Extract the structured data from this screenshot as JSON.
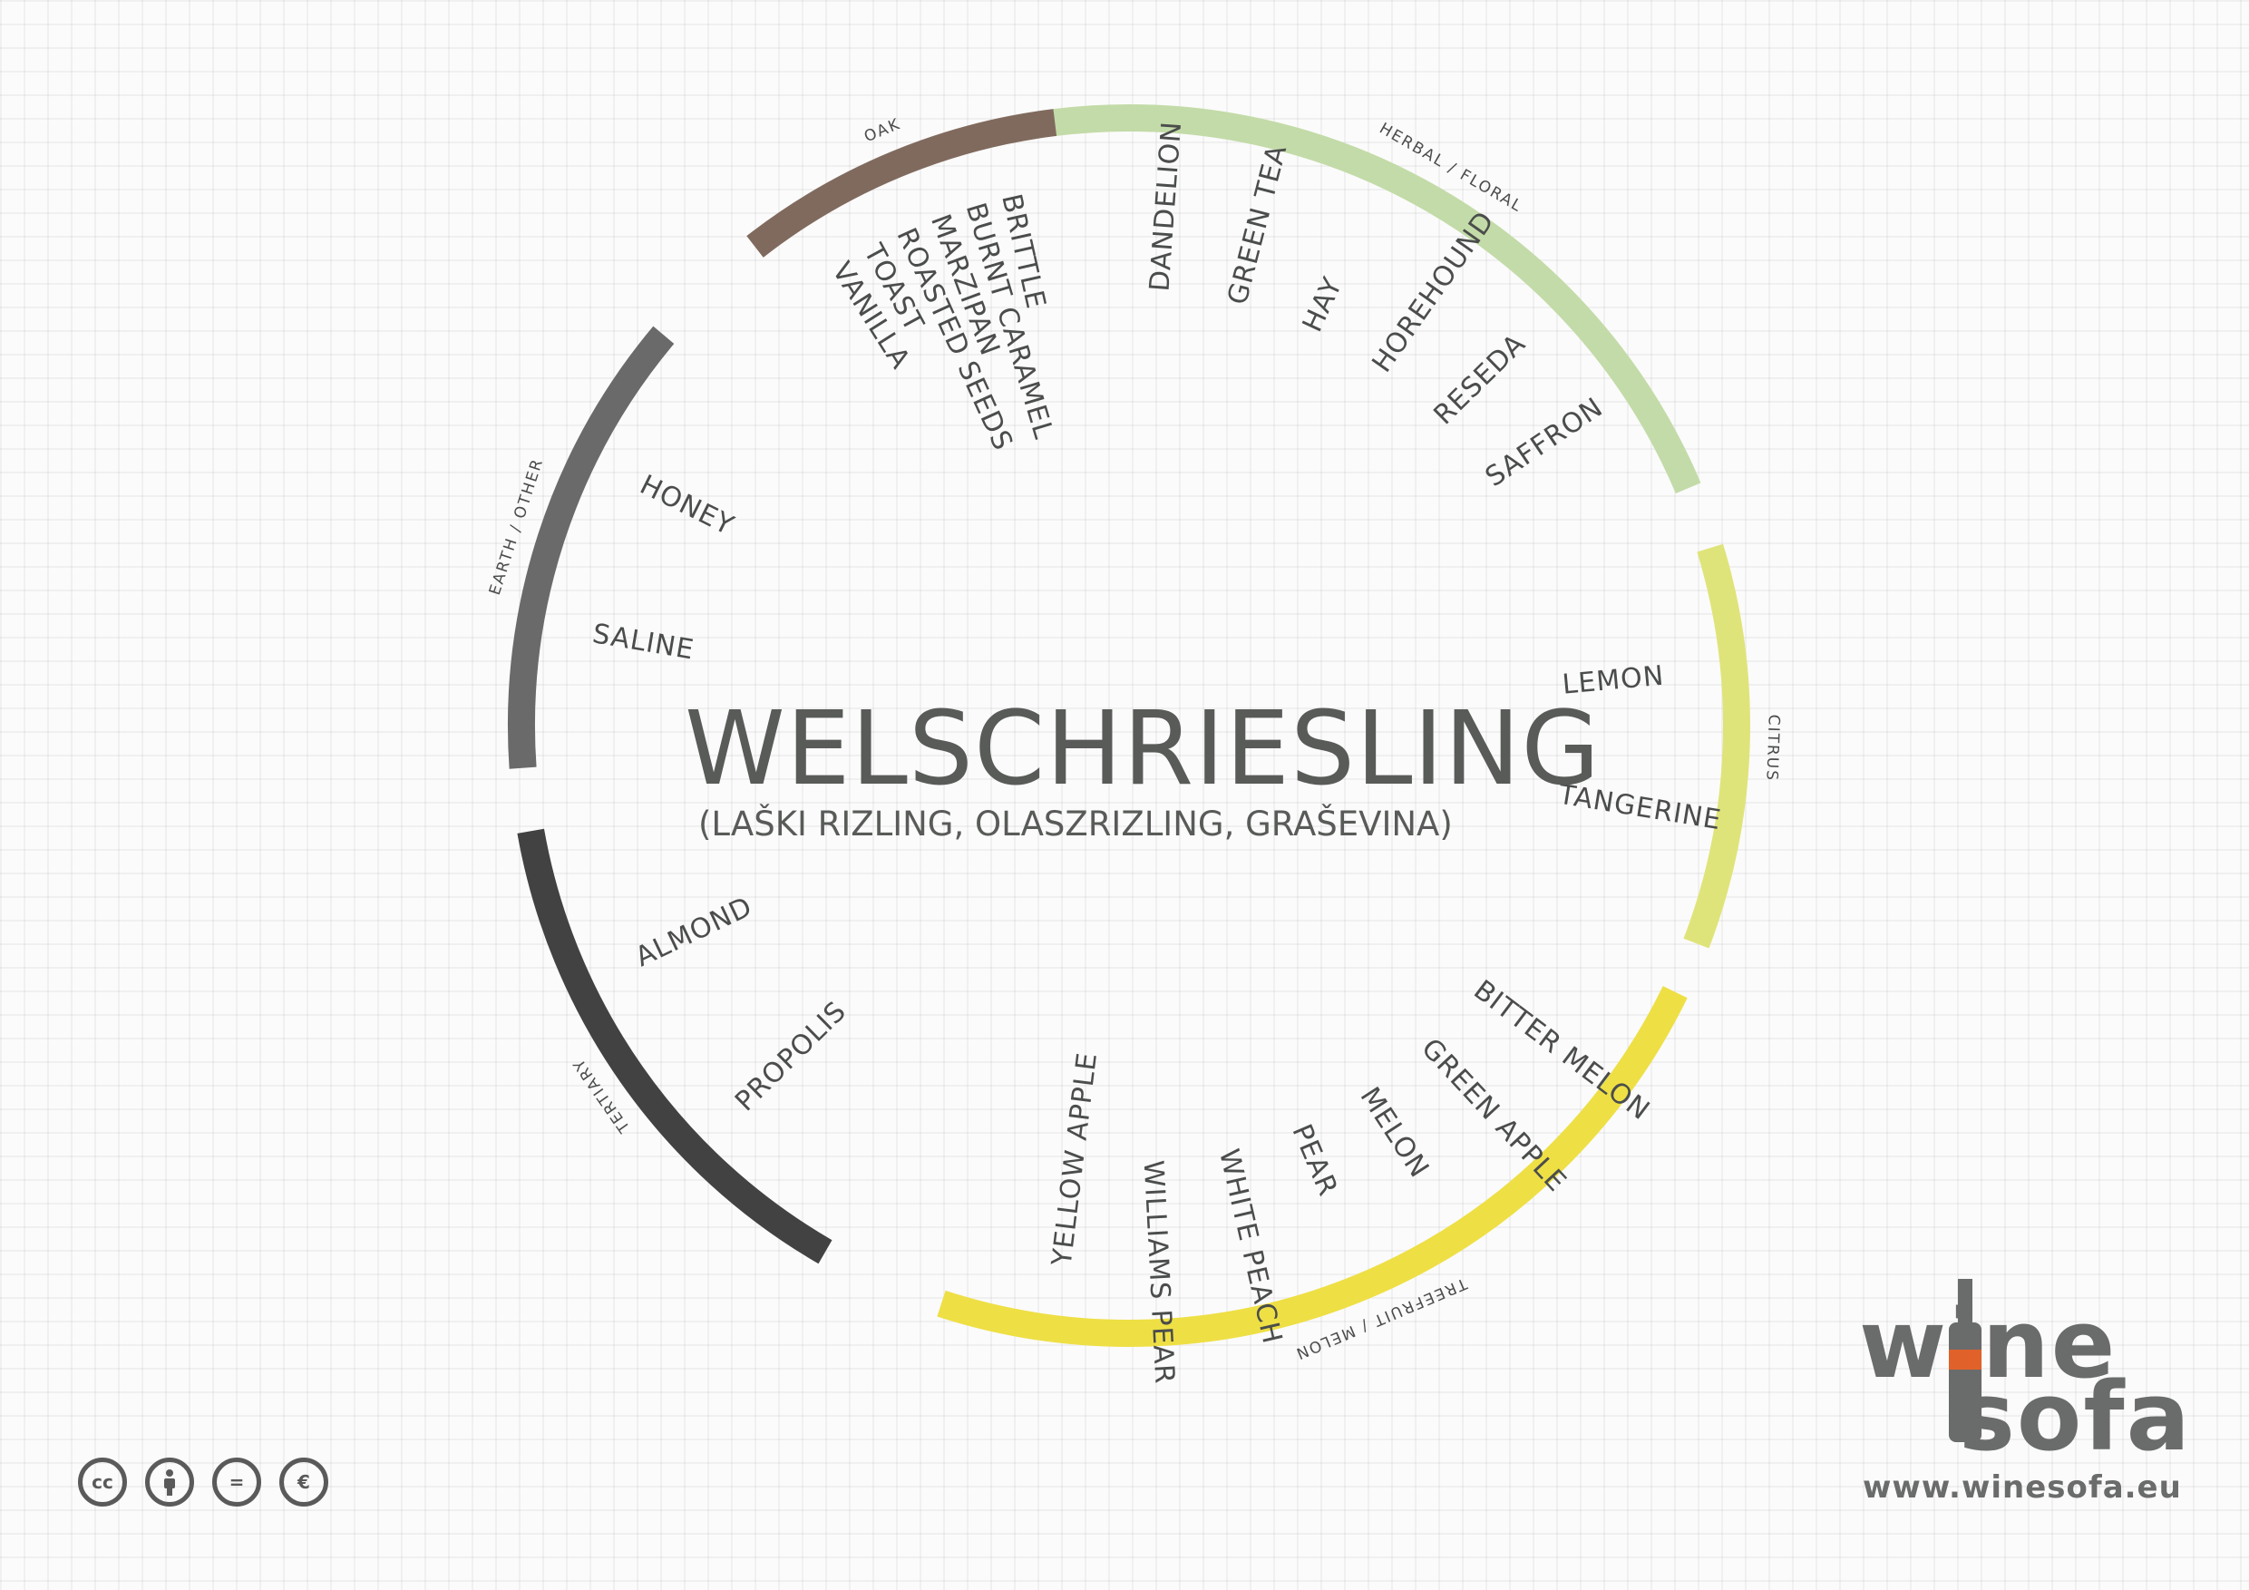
{
  "title": "WELSCHRIESLING",
  "subtitle": "(LAŠKI RIZLING, OLASZRIZLING, GRAŠEVINA)",
  "brand": {
    "word_top": "wine",
    "word_bottom": "sofa",
    "url": "www.winesofa.eu",
    "accent_color": "#e0622a"
  },
  "license_icons": [
    {
      "name": "cc-icon",
      "label": "cc"
    },
    {
      "name": "attribution-icon",
      "label": ""
    },
    {
      "name": "no-derivatives-icon",
      "label": "="
    },
    {
      "name": "non-commercial-icon",
      "label": "€"
    }
  ],
  "categories": [
    {
      "name": "HERBAL / FLORAL",
      "color": "#c3dba8",
      "aromas": [
        "DANDELION",
        "GREEN TEA",
        "HAY",
        "HOREHOUND",
        "RESEDA",
        "SAFFRON"
      ]
    },
    {
      "name": "CITRUS",
      "color": "#dfe47a",
      "aromas": [
        "LEMON",
        "TANGERINE"
      ]
    },
    {
      "name": "TREEFRUIT / MELON",
      "color": "#eedf45",
      "aromas": [
        "BITTER MELON",
        "GREEN APPLE",
        "MELON",
        "PEAR",
        "WHITE PEACH",
        "WILLIAMS PEAR",
        "YELLOW APPLE"
      ]
    },
    {
      "name": "TERTIARY",
      "color": "#424242",
      "aromas": [
        "PROPOLIS",
        "ALMOND"
      ]
    },
    {
      "name": "EARTH / OTHER",
      "color": "#6a6a6a",
      "aromas": [
        "SALINE",
        "HONEY"
      ]
    },
    {
      "name": "OAK",
      "color": "#806a5e",
      "aromas": [
        "VANILLA",
        "TOAST",
        "ROASTED SEEDS",
        "MARZIPAN",
        "BURNT CARAMEL",
        "BRITTLE"
      ]
    }
  ]
}
